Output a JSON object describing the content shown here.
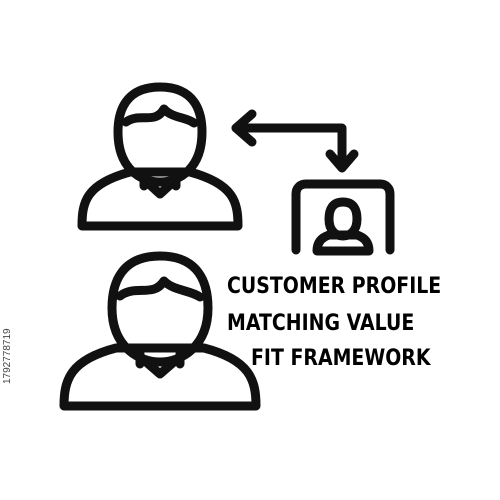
{
  "caption": {
    "line1": "CUSTOMER PROFILE",
    "line2": "MATCHING VALUE",
    "line3": "FIT FRAMEWORK"
  },
  "watermark": {
    "stock_id": "1792778719"
  },
  "icons": [
    "person-icon",
    "person-icon",
    "profile-card-icon",
    "double-arrow-icon"
  ],
  "colors": {
    "stroke": "#111111",
    "background": "#ffffff"
  }
}
